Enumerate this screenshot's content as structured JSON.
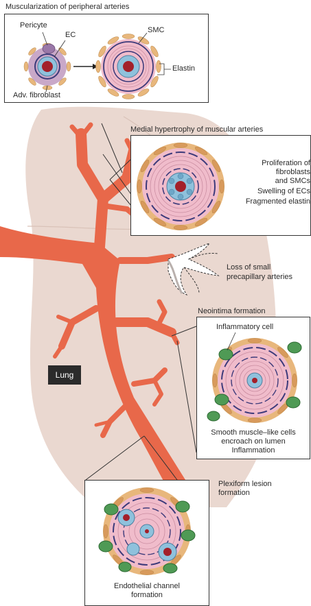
{
  "panels": {
    "muscularization": {
      "title": "Muscularization of peripheral arteries",
      "pericyte": "Pericyte",
      "ec": "EC",
      "smc": "SMC",
      "elastin": "Elastin",
      "fibroblast": "Adv. fibroblast"
    },
    "medial": {
      "title": "Medial hypertrophy of muscular arteries",
      "notes": [
        "Proliferation of",
        "fibroblasts",
        "and SMCs",
        "Swelling of ECs",
        "Fragmented elastin"
      ]
    },
    "loss": {
      "line1": "Loss of small",
      "line2": "precapillary arteries"
    },
    "neointima": {
      "title": "Neointima formation",
      "inflammatory": "Inflammatory cell",
      "notes": [
        "Smooth muscle–like cells",
        "encroach on lumen",
        "Inflammation"
      ]
    },
    "plexiform": {
      "title_line1": "Plexiform lesion",
      "title_line2": "formation",
      "caption_line1": "Endothelial channel",
      "caption_line2": "formation"
    }
  },
  "organ_label": "Lung",
  "colors": {
    "artery": "#e8684a",
    "lung": "#ead8d0",
    "media": "#f0bccb",
    "fibroblast": "#e8b77c",
    "endothelial": "#8fc1dc",
    "lumen": "#a3202a",
    "elastin": "#3c3a7a",
    "inflammatory": "#4f9a55"
  }
}
